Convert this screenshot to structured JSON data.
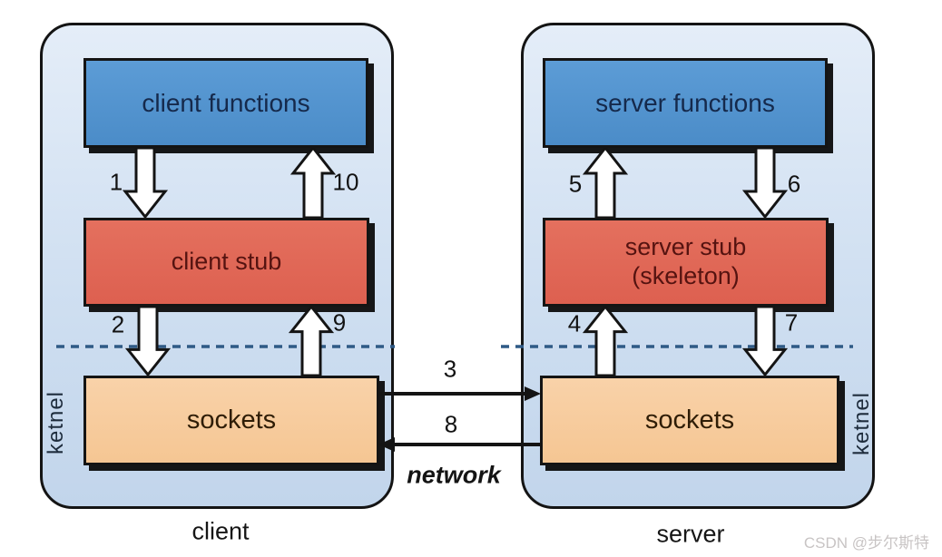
{
  "client_panel": {
    "caption": "client",
    "kernel_label": "ketnel",
    "functions_label": "client functions",
    "stub_label": "client stub",
    "sockets_label": "sockets"
  },
  "server_panel": {
    "caption": "server",
    "kernel_label": "ketnel",
    "functions_label": "server functions",
    "stub_label_line1": "server stub",
    "stub_label_line2": "(skeleton)",
    "sockets_label": "sockets"
  },
  "steps": {
    "s1": "1",
    "s2": "2",
    "s3": "3",
    "s4": "4",
    "s5": "5",
    "s6": "6",
    "s7": "7",
    "s8": "8",
    "s9": "9",
    "s10": "10"
  },
  "network_label": "network",
  "watermark": "CSDN @步尔斯特",
  "colors": {
    "panel_fill_top": "#e4edf8",
    "panel_fill_bottom": "#c2d5eb",
    "functions_box": "#5092cd",
    "stub_box": "#e26856",
    "sockets_box": "#f7cca2",
    "dashed_line": "#2f5a86",
    "arrow_fill": "#ffffff",
    "outline": "#141414"
  }
}
